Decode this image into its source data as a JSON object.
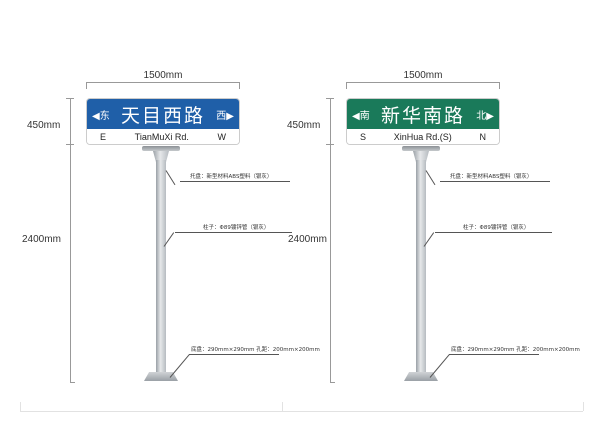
{
  "signs": [
    {
      "width_label": "1500mm",
      "height_label": "450mm",
      "pole_label": "2400mm",
      "color": "#1f5fa8",
      "name_cn": "天目西路",
      "left_dir_cn": "◀东",
      "right_dir_cn": "西▶",
      "left_dir_en": "E",
      "name_en": "TianMuXi Rd.",
      "right_dir_en": "W",
      "tray_note": "托盘：新型材料ABS塑料（银灰）",
      "pole_note": "柱子：Φ89镀锌管（银灰）",
      "base_note": "底盘：290mm×290mm 孔距：200mm×200mm"
    },
    {
      "width_label": "1500mm",
      "height_label": "450mm",
      "pole_label": "2400mm",
      "color": "#1a7a5a",
      "name_cn": "新华南路",
      "left_dir_cn": "◀南",
      "right_dir_cn": "北▶",
      "left_dir_en": "S",
      "name_en": "XinHua Rd.(S)",
      "right_dir_en": "N",
      "tray_note": "托盘：新型材料ABS塑料（银灰）",
      "pole_note": "柱子：Φ89镀锌管（银灰）",
      "base_note": "底盘：290mm×290mm 孔距：200mm×200mm"
    }
  ]
}
